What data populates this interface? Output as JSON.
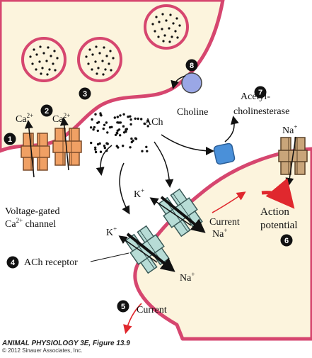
{
  "labels": {
    "ca_left": "Ca",
    "ca_right": "Ca",
    "charge_2plus": "2+",
    "vg_channel_line1": "Voltage-gated",
    "vg_channel_line2_ca": "Ca",
    "vg_channel_line2_rest": " channel",
    "ach": "ACh",
    "choline": "Choline",
    "acetylcholinesterase_line1": "Acetyl-",
    "acetylcholinesterase_line2": "cholinesterase",
    "na_top": "Na",
    "plus": "+",
    "k_upper": "K",
    "k_lower": "K",
    "na_upper": "Na",
    "na_lower": "Na",
    "current_upper": "Current",
    "current_lower": "Current",
    "action_potential_line1": "Action",
    "action_potential_line2": "potential",
    "ach_receptor": "ACh receptor"
  },
  "steps": [
    "1",
    "2",
    "3",
    "4",
    "5",
    "6",
    "7",
    "8"
  ],
  "caption": {
    "title": "ANIMAL PHYSIOLOGY 3E, Figure 13.9",
    "copyright": "© 2012 Sinauer Associates, Inc."
  },
  "colors": {
    "terminal_fill": "#fcf4dd",
    "cleft_fill": "#ffffff",
    "membrane": "#d6466f",
    "ca_channel": "#f0a064",
    "ach_receptor": "#b7dcd6",
    "na_channel": "#c9a57a",
    "enzyme": "#4a90d9",
    "choline_transporter": "#9aa7e6",
    "arrow_red": "#e0282e"
  }
}
